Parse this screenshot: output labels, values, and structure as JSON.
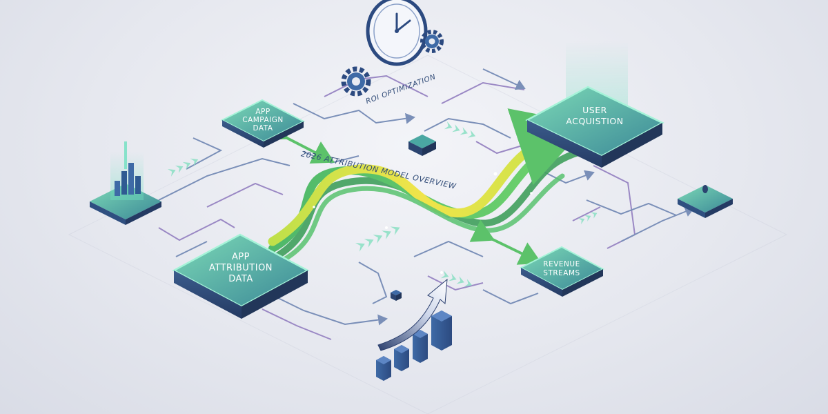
{
  "diagram": {
    "title": "2026 ATTRIBUTION MODEL OVERVIEW",
    "roi_label": "ROI OPTIMIZATION",
    "nodes": {
      "app_campaign": [
        "APP",
        "CAMPAIGN",
        "DATA"
      ],
      "user_acquisition": [
        "USER",
        "ACQUISTION"
      ],
      "app_attribution": [
        "APP",
        "ATTRIBUTION",
        "DATA"
      ],
      "revenue_streams": [
        "REVENUE",
        "STREAMS"
      ]
    }
  },
  "colors": {
    "box_top_light": "#6dcfb0",
    "box_top_dark": "#3f8f98",
    "box_side": "#2b4470",
    "box_rim": "#9ff5d5",
    "ribbon_yellow": "#d9e24a",
    "ribbon_green": "#5cc26a",
    "connector_blue": "#7a8fb8",
    "connector_purple": "#9a88c4",
    "accent_teal": "#5ad1b0"
  },
  "icons": {
    "clock": "clock-icon",
    "gears": "gear-icon",
    "growth_bars": "bar-chart-icon",
    "growth_arrow": "trend-arrow-icon",
    "city_bars": "bar-tower-icon"
  }
}
